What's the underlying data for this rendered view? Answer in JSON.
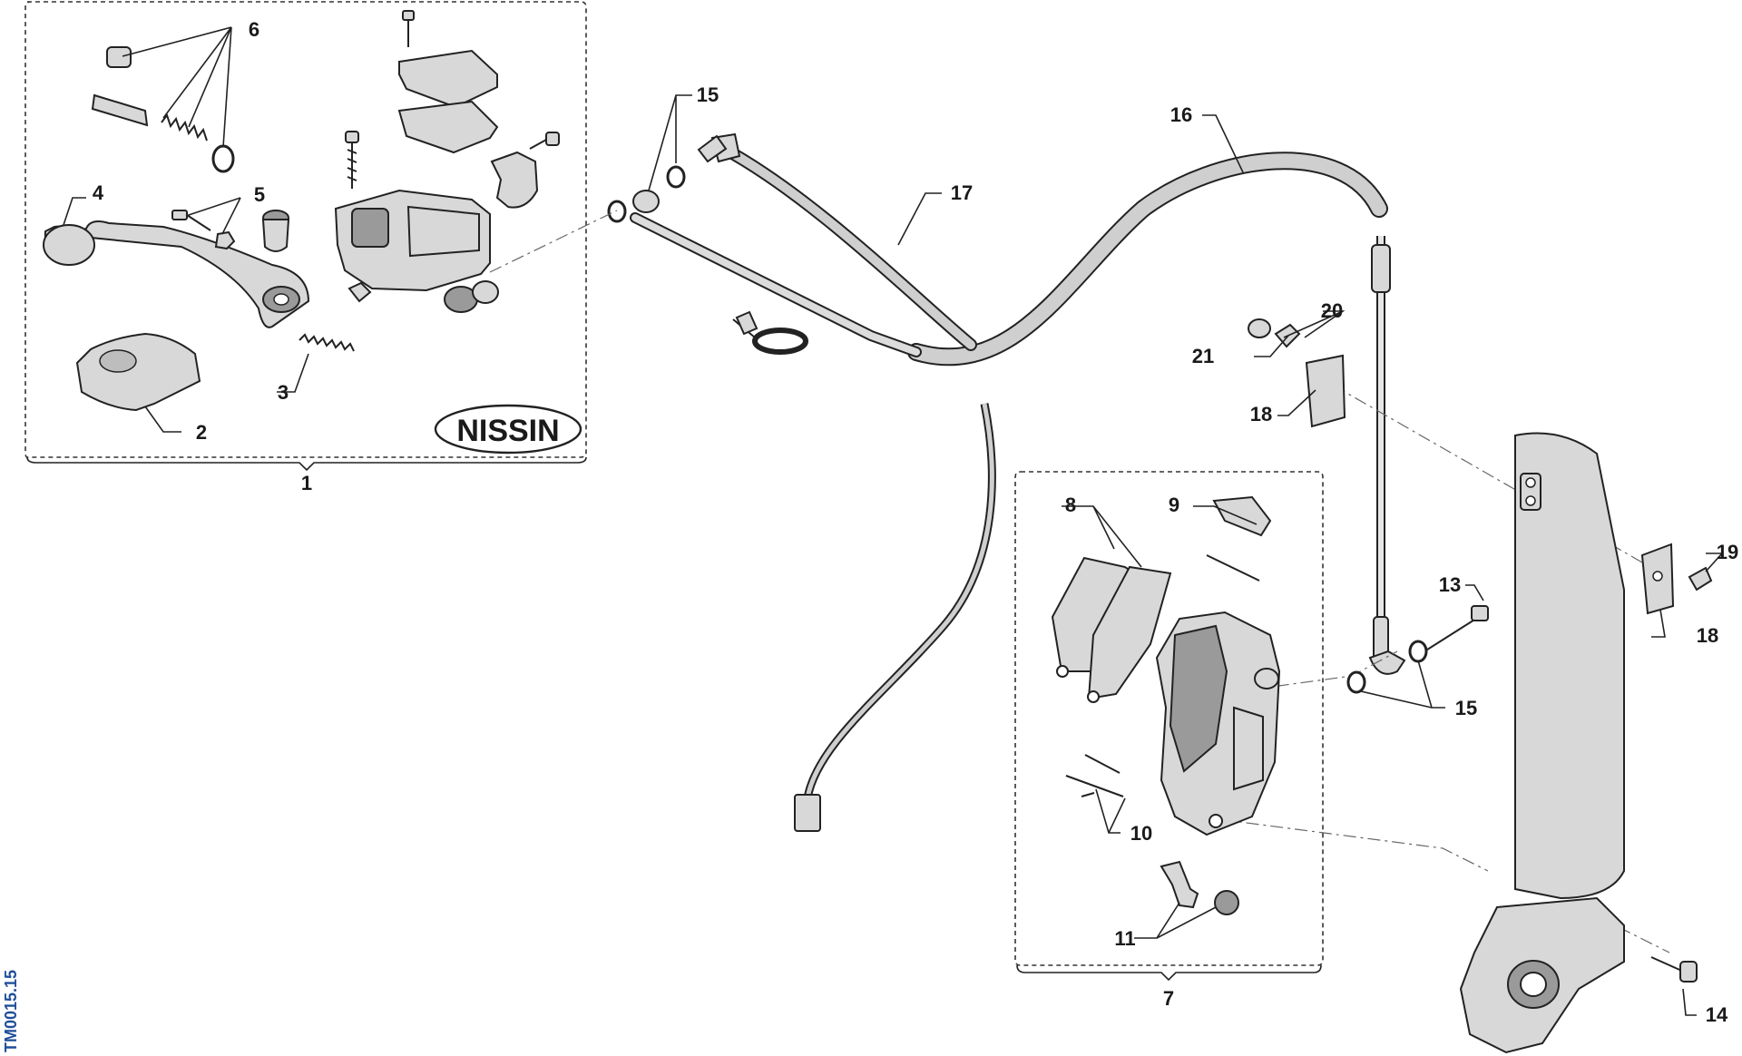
{
  "brand_label": "NISSIN",
  "drawing_code": "TM0015.15",
  "colors": {
    "line": "#222222",
    "part_fill": "#d8d8d8",
    "part_shade": "#9a9a9a",
    "code_text": "#1f4e9a"
  },
  "callouts": {
    "c1": "1",
    "c2": "2",
    "c3": "3",
    "c4": "4",
    "c5": "5",
    "c6": "6",
    "c7": "7",
    "c8": "8",
    "c9": "9",
    "c10": "10",
    "c11": "11",
    "c13": "13",
    "c14": "14",
    "c15a": "15",
    "c15b": "15",
    "c16": "16",
    "c17": "17",
    "c18a": "18",
    "c18b": "18",
    "c19": "19",
    "c20": "20",
    "c21": "21"
  },
  "parts": {
    "lever": "lever-icon",
    "master_cylinder": "master-cylinder-icon",
    "reservoir_cover": "reservoir-cover-icon",
    "boot": "dust-boot-icon",
    "spring": "spring-icon",
    "hose": "brake-hose-icon",
    "sensor_cable": "sensor-cable-icon",
    "caliper": "caliper-icon",
    "brake_pads": "brake-pad-icon",
    "fork_leg": "fork-leg-icon",
    "clamp": "cable-clamp-icon",
    "bolt": "bolt-icon"
  }
}
